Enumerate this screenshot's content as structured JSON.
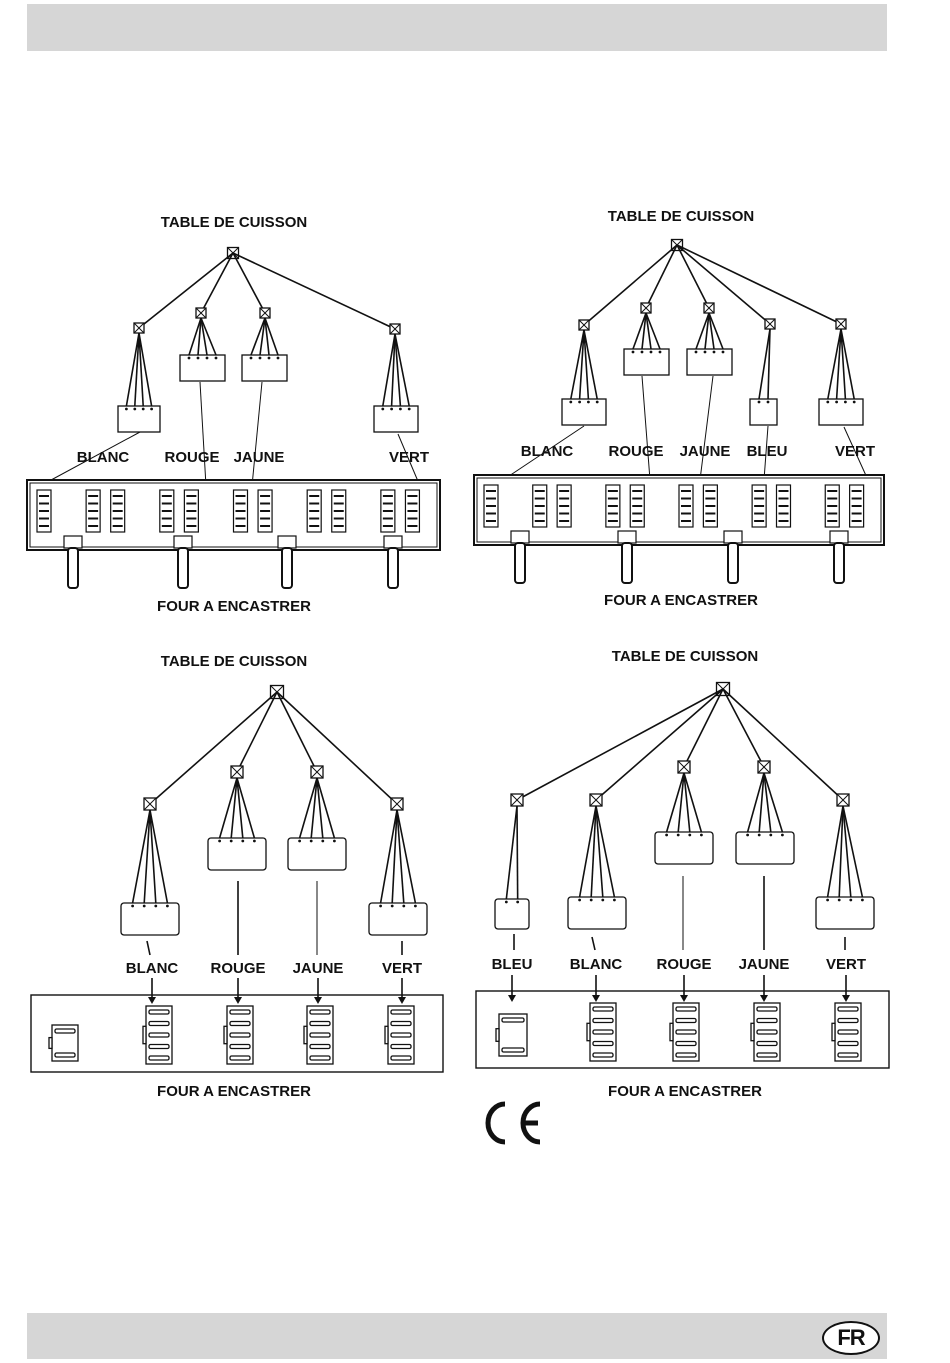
{
  "header": {
    "label": ""
  },
  "footer": {
    "language_badge": "FR"
  },
  "ce_mark": "CE",
  "diagrams": [
    {
      "top_label": "TABLE DE CUISSON",
      "bottom_label": "FOUR A ENCASTRER",
      "wires": [
        "BLANC",
        "ROUGE",
        "JAUNE",
        "VERT"
      ]
    },
    {
      "top_label": "TABLE DE CUISSON",
      "bottom_label": "FOUR A ENCASTRER",
      "wires": [
        "BLANC",
        "ROUGE",
        "JAUNE",
        "BLEU",
        "VERT"
      ]
    },
    {
      "top_label": "TABLE DE CUISSON",
      "bottom_label": "FOUR A ENCASTRER",
      "wires": [
        "BLANC",
        "ROUGE",
        "JAUNE",
        "VERT"
      ]
    },
    {
      "top_label": "TABLE DE CUISSON",
      "bottom_label": "FOUR A ENCASTRER",
      "wires": [
        "BLEU",
        "BLANC",
        "ROUGE",
        "JAUNE",
        "VERT"
      ]
    }
  ]
}
